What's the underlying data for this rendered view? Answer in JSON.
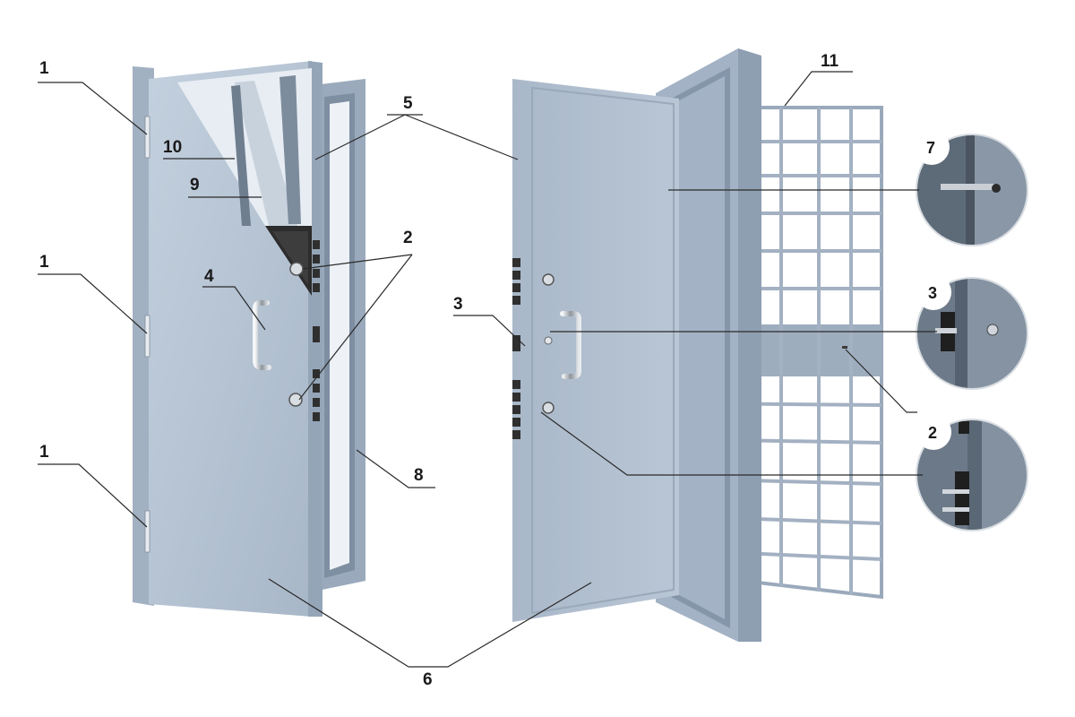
{
  "labels": {
    "l1a": "1",
    "l1b": "1",
    "l1c": "1",
    "l2": "2",
    "l2b": "2",
    "l3": "3",
    "l3b": "3",
    "l4": "4",
    "l5": "5",
    "l6": "6",
    "l7": "7",
    "l8": "8",
    "l9": "9",
    "l10": "10",
    "l11": "11"
  },
  "colors": {
    "door": "#b4c2d3",
    "door_dark": "#8d9db0",
    "frame": "#a7b6c8",
    "grille": "#9aa9bb",
    "glass": "#e9eef3",
    "lines": "#2a2a2a"
  }
}
